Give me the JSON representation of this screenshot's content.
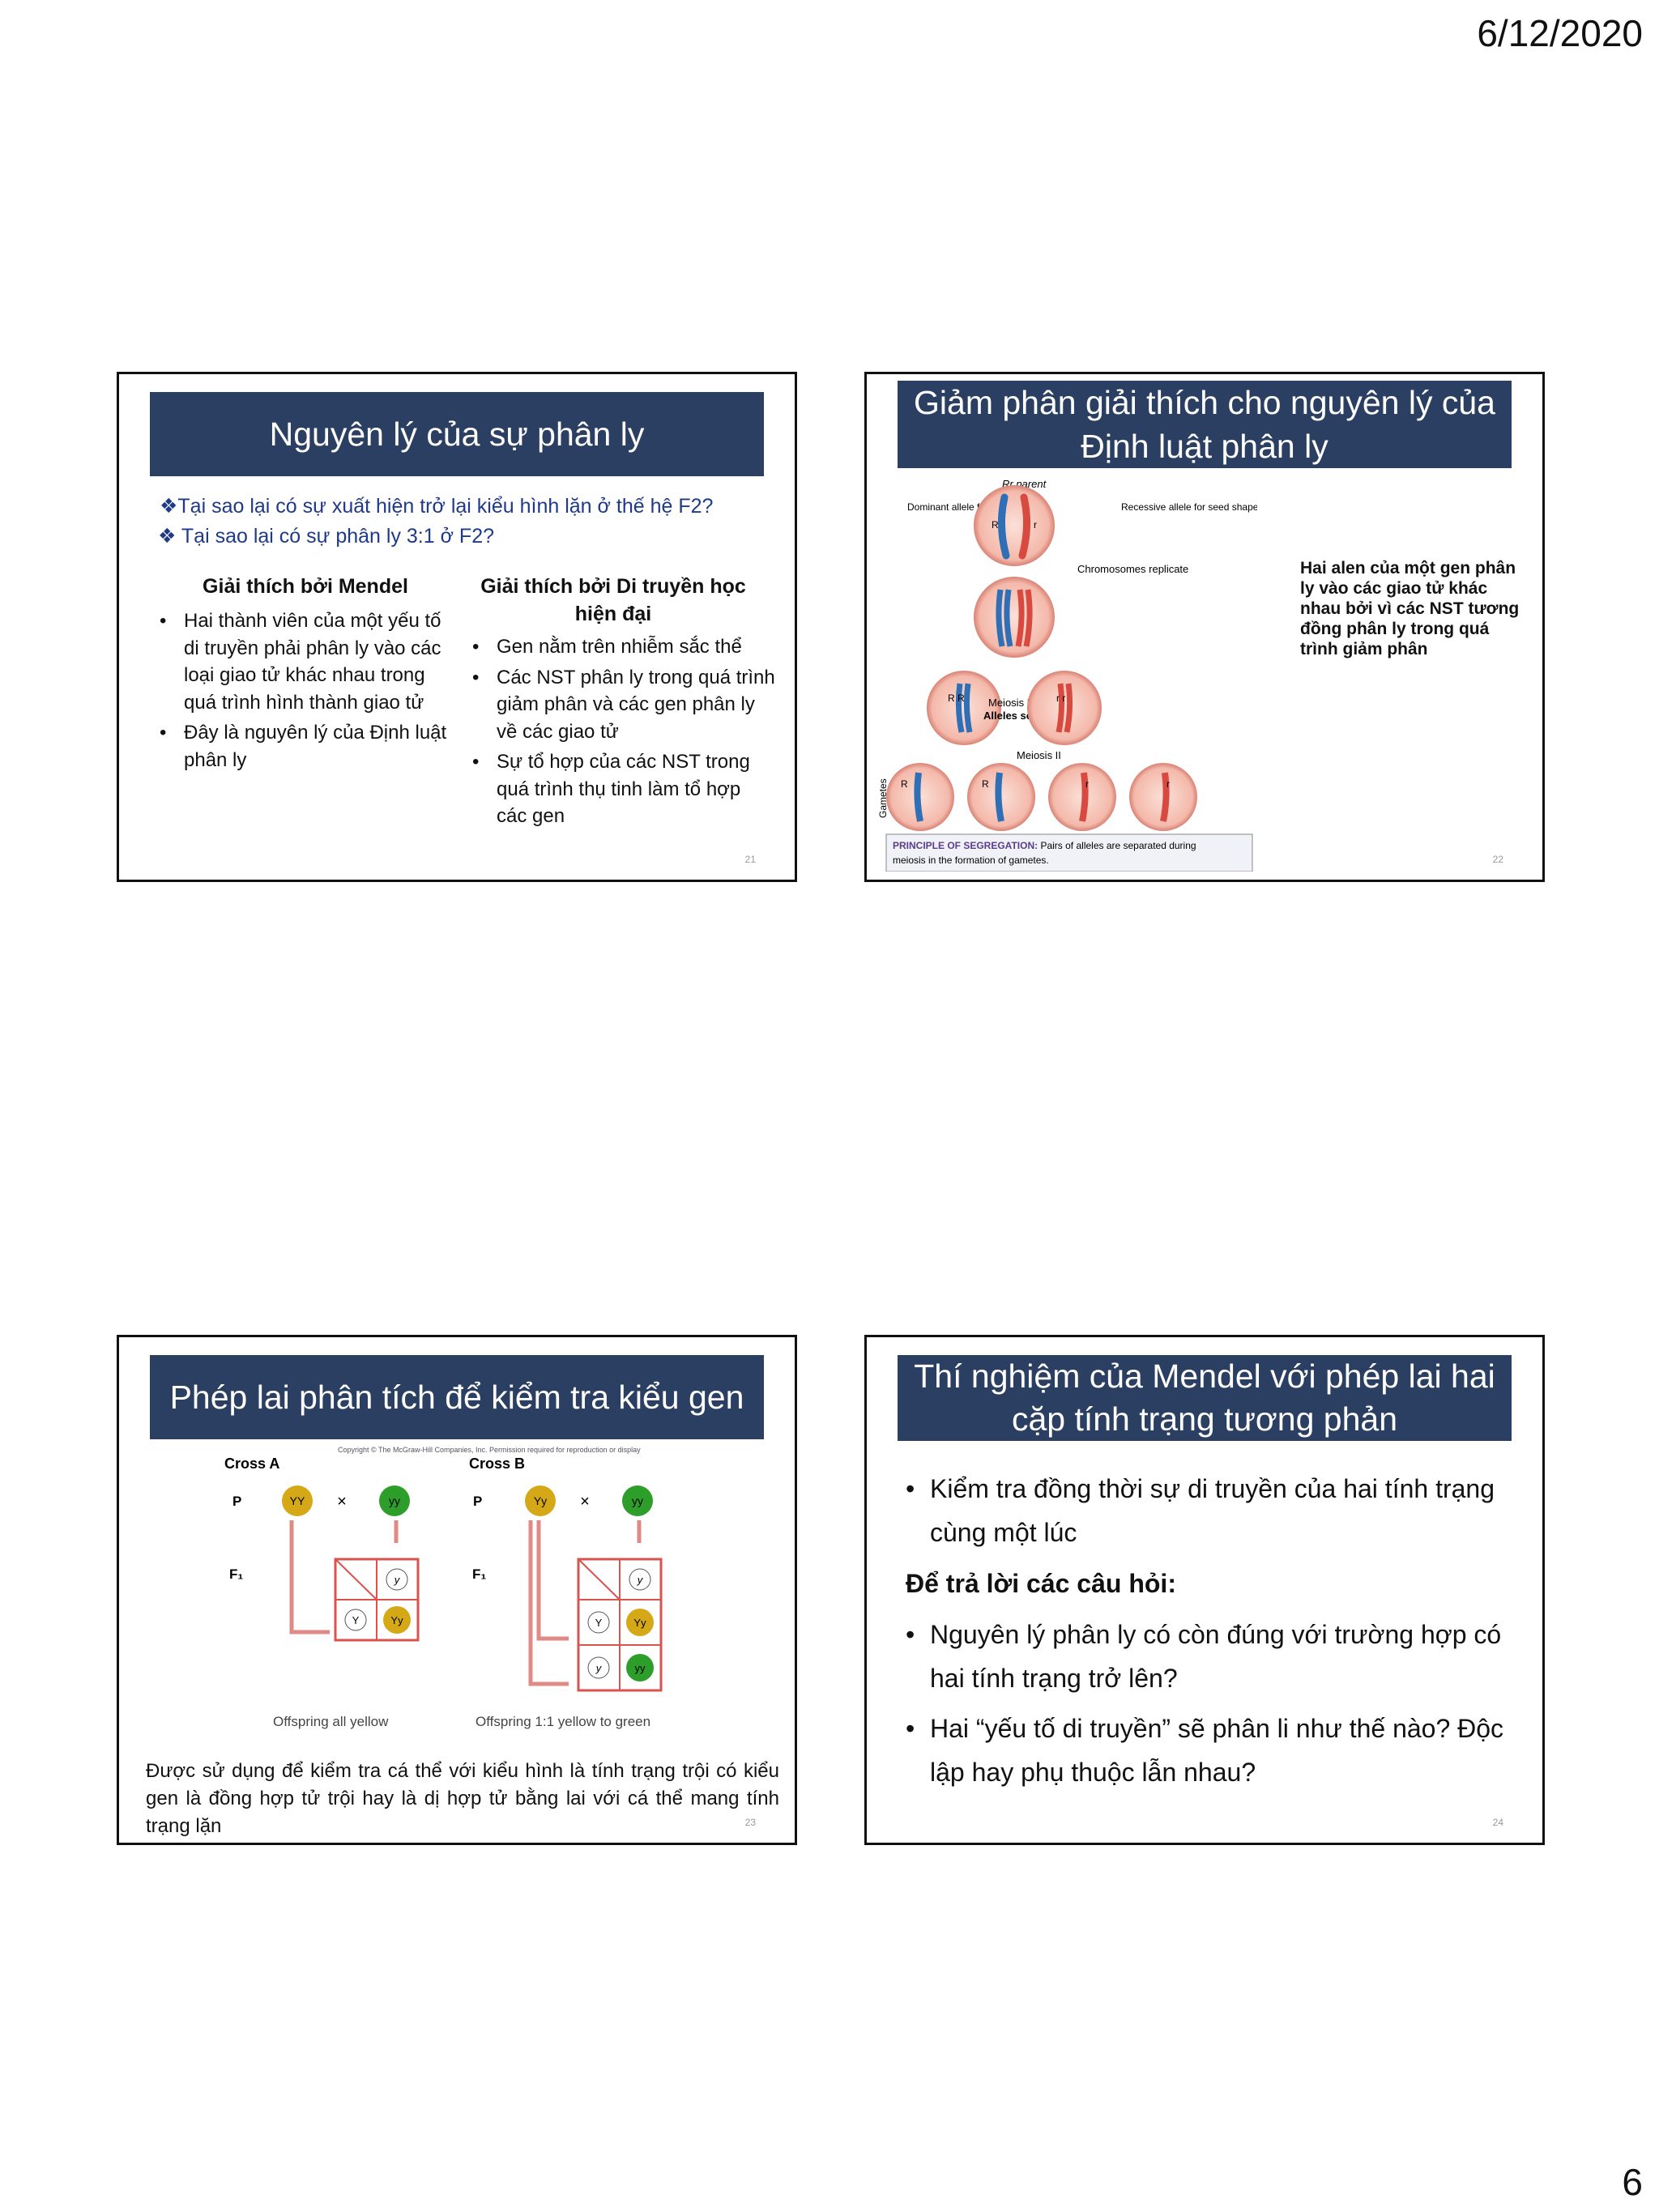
{
  "page": {
    "date": "6/12/2020",
    "page_number": "6"
  },
  "slide21": {
    "title": "Nguyên lý của sự phân ly",
    "questions": [
      "❖Tại sao lại có sự xuất hiện trở lại kiểu hình lặn ở thế hệ F2?",
      "❖ Tại sao lại có sự phân ly 3:1 ở F2?"
    ],
    "left_heading": "Giải thích bởi Mendel",
    "left_items": [
      "Hai thành viên của một yếu tố di truyền phải phân ly vào các loại giao tử khác nhau trong quá trình hình thành giao tử",
      "Đây là nguyên lý của Định luật phân ly"
    ],
    "right_heading": "Giải thích bởi Di truyền học hiện đại",
    "right_items": [
      "Gen nằm trên nhiễm sắc thể",
      "Các NST phân ly trong quá trình giảm phân và các gen phân ly về các giao tử",
      "Sự tổ hợp của các NST trong quá trình thụ tinh làm tổ hợp các gen"
    ],
    "number": "21"
  },
  "slide22": {
    "title": "Giảm phân giải thích cho nguyên lý của Định luật phân ly",
    "note": "Hai alen của một gen phân ly vào các giao tử khác nhau bởi vì các NST tương đồng phân ly trong quá trình giảm phân",
    "figure": {
      "rr_parent": "Rr parent",
      "dominant_label": "Dominant allele for seed shape",
      "recessive_label": "Recessive allele for seed shape",
      "replicate": "Chromosomes replicate",
      "meiosis1": "Meiosis I",
      "segregate": "Alleles segregate",
      "meiosis2": "Meiosis II",
      "gametes": "Gametes",
      "allele_R": "R",
      "allele_r": "r",
      "allele_RR": "R R",
      "allele_rr": "r r",
      "principle_bold": "PRINCIPLE OF SEGREGATION:",
      "principle_text": " Pairs of alleles are separated during",
      "principle_text2": "meiosis in the formation of gametes."
    },
    "number": "22"
  },
  "slide23": {
    "title": "Phép lai phân tích để kiểm tra kiểu gen",
    "figure": {
      "copyright": "Copyright © The McGraw-Hill Companies, Inc. Permission required for reproduction or display",
      "crossA": "Cross A",
      "crossB": "Cross B",
      "P": "P",
      "F1": "F₁",
      "times": "×",
      "YY": "YY",
      "yy": "yy",
      "Yy": "Yy",
      "Y": "Y",
      "y": "y",
      "offA": "Offspring all yellow",
      "offB": "Offspring 1:1 yellow to green"
    },
    "caption": "Được sử dụng để kiểm tra cá thể với kiểu hình là tính trạng trội có kiểu gen là đồng hợp tử trội hay là dị hợp tử bằng lai với cá thể mang tính trạng lặn",
    "number": "23"
  },
  "slide24": {
    "title": "Thí nghiệm của Mendel với phép lai hai cặp tính trạng tương phản",
    "item1": "Kiểm tra đồng thời sự di truyền của hai tính trạng cùng một lúc",
    "question_heading": "Để trả lời các câu hỏi:",
    "items2": [
      "Nguyên lý phân ly có còn đúng với trường hợp có hai tính trạng trở lên?",
      "Hai “yếu tố di truyền” sẽ phân li như thế nào? Độc lập hay phụ thuộc lẫn nhau?"
    ],
    "number": "24"
  },
  "colors": {
    "title_bar": "#2b3f63",
    "question_text": "#1e3a88",
    "yellow_pea": "#d4a817",
    "green_pea": "#2e9e2a",
    "cell_pink": "#f0a99c",
    "punnett_red": "#d9534f"
  }
}
